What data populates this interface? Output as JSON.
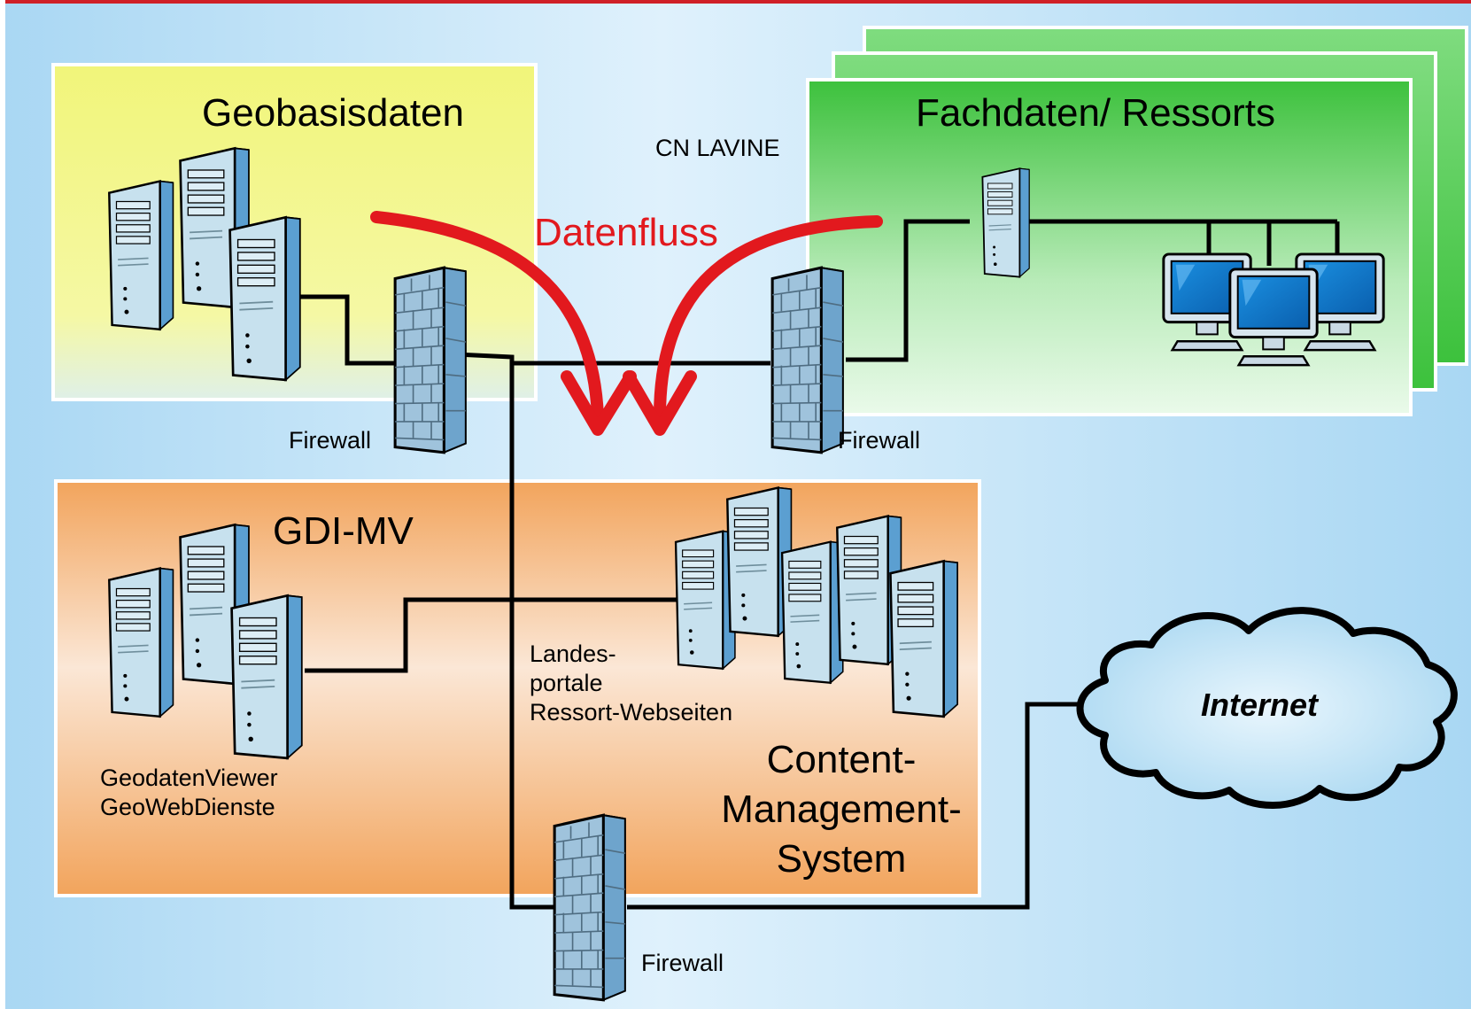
{
  "zones": {
    "geobasis": {
      "title": "Geobasisdaten"
    },
    "fachdaten": {
      "title": "Fachdaten/ Ressorts",
      "network_label": "CN LAVINE"
    },
    "gdi": {
      "title": "GDI-MV",
      "services": "GeodatenViewer\nGeoWebDienste"
    },
    "cms": {
      "title": "Content-\nManagement-\nSystem",
      "portals": "Landes-\nportale\nRessort-Webseiten"
    }
  },
  "flow": {
    "label": "Datenfluss",
    "color": "#e2191e"
  },
  "firewalls": {
    "left": "Firewall",
    "right": "Firewall",
    "bottom": "Firewall"
  },
  "internet": {
    "label": "Internet"
  },
  "colors": {
    "top_rule": "#cf2027",
    "geobasis_fill": "#f1f57a",
    "fachdaten_fill": "#3cc13c",
    "gdi_fill": "#f2a45c",
    "background": "#bfe3f7",
    "server_face": "#c7e1ee",
    "server_side": "#5b9fd1",
    "firewall_brick": "#9fc3dc"
  }
}
